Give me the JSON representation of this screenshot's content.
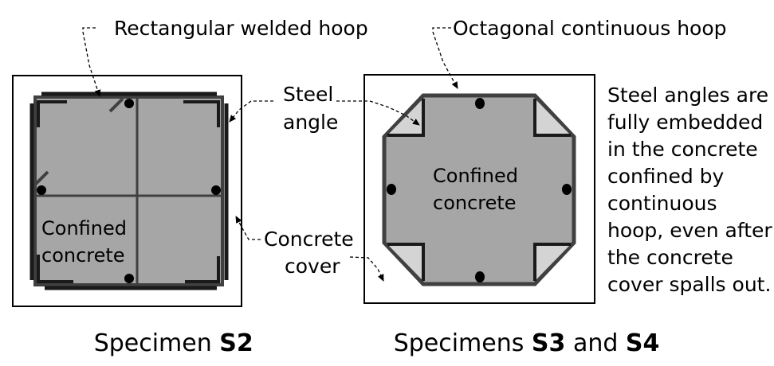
{
  "labels": {
    "rect_hoop": "Rectangular welded hoop",
    "oct_hoop": "Octagonal continuous hoop",
    "steel_angle_line1": "Steel",
    "steel_angle_line2": "angle",
    "concrete_cover_line1": "Concrete",
    "concrete_cover_line2": "cover",
    "confined_line1": "Confined",
    "confined_line2": "concrete"
  },
  "note": [
    "Steel angles are",
    "fully embedded",
    "in the concrete",
    "confined by",
    "continuous",
    "hoop, even after",
    "the concrete",
    "cover spalls out."
  ],
  "captions": {
    "s2_prefix": "Specimen ",
    "s2_bold": "S2",
    "s34_prefix": "Specimens ",
    "s34_bold1": "S3",
    "s34_mid": " and ",
    "s34_bold2": "S4"
  },
  "colors": {
    "confined_fill": "#a6a6a6",
    "hoop_stroke": "#404040",
    "angle_stroke": "#1a1a1a",
    "outline": "#000000"
  }
}
